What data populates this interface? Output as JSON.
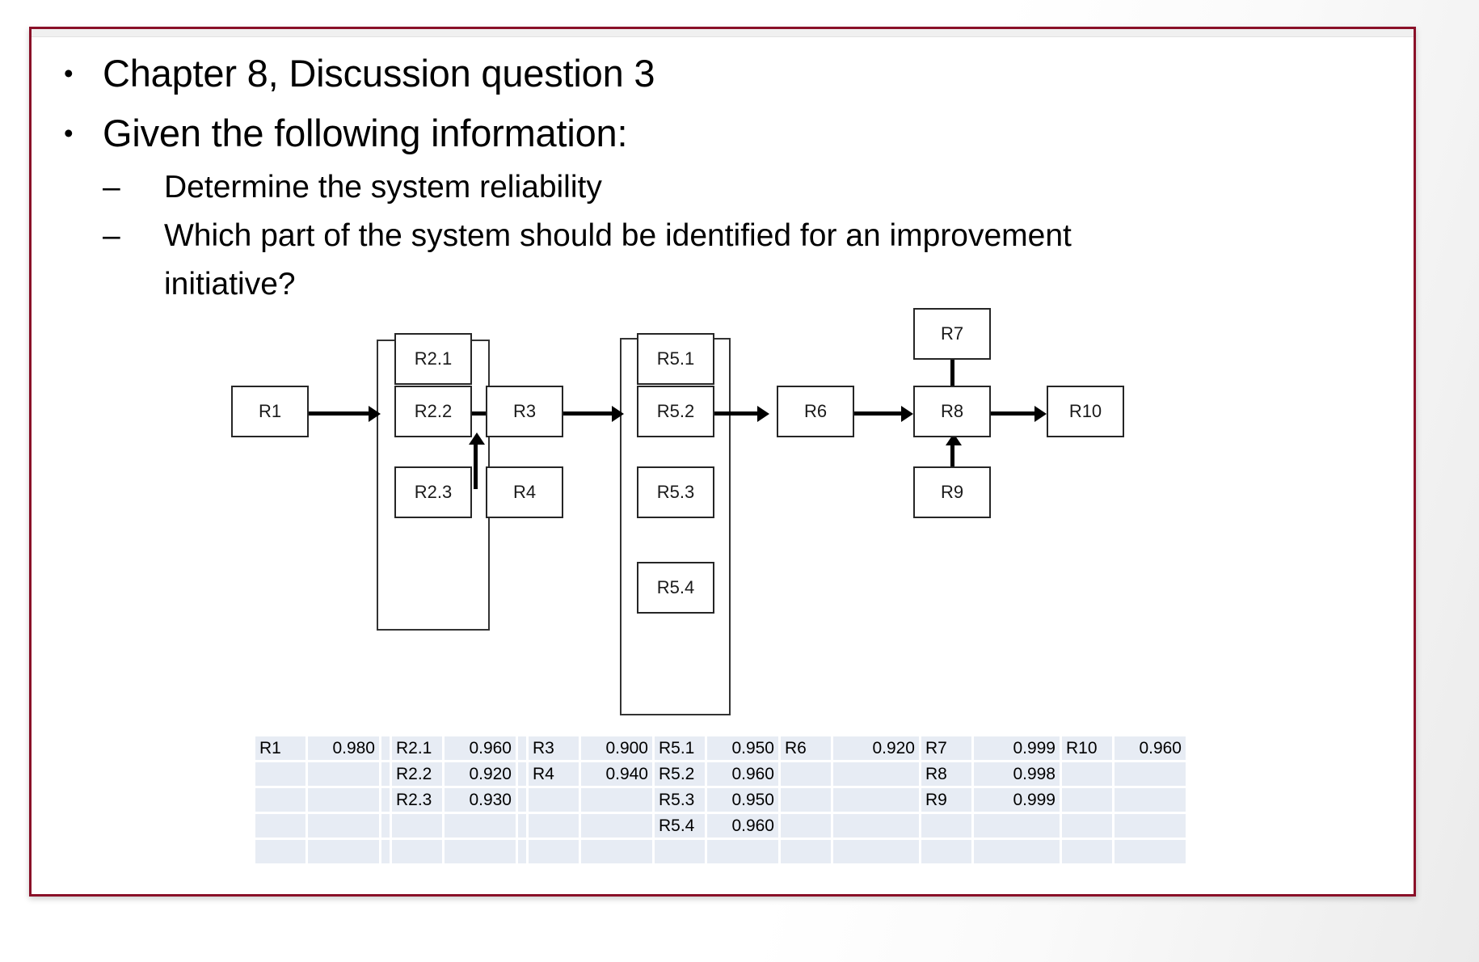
{
  "slide": {
    "border_color": "#8a1028",
    "background_color": "#ffffff"
  },
  "bullets": [
    {
      "level": 1,
      "marker": "•",
      "text": "Chapter 8, Discussion question 3"
    },
    {
      "level": 1,
      "marker": "•",
      "text": "Given the following information:"
    },
    {
      "level": 2,
      "marker": "–",
      "text": "Determine the system reliability"
    },
    {
      "level": 2,
      "marker": "–",
      "text": "Which part of the system should be identified for an improvement initiative?"
    }
  ],
  "diagram": {
    "nodes": [
      {
        "id": "R1",
        "label": "R1"
      },
      {
        "id": "R2.1",
        "label": "R2.1"
      },
      {
        "id": "R2.2",
        "label": "R2.2"
      },
      {
        "id": "R2.3",
        "label": "R2.3"
      },
      {
        "id": "R3",
        "label": "R3"
      },
      {
        "id": "R4",
        "label": "R4"
      },
      {
        "id": "R5.1",
        "label": "R5.1"
      },
      {
        "id": "R5.2",
        "label": "R5.2"
      },
      {
        "id": "R5.3",
        "label": "R5.3"
      },
      {
        "id": "R5.4",
        "label": "R5.4"
      },
      {
        "id": "R6",
        "label": "R6"
      },
      {
        "id": "R7",
        "label": "R7"
      },
      {
        "id": "R8",
        "label": "R8"
      },
      {
        "id": "R9",
        "label": "R9"
      },
      {
        "id": "R10",
        "label": "R10"
      }
    ],
    "groups": [
      {
        "id": "R2-group",
        "members": [
          "R2.1",
          "R2.2",
          "R2.3"
        ]
      },
      {
        "id": "R5-group",
        "members": [
          "R5.1",
          "R5.2",
          "R5.3",
          "R5.4"
        ]
      }
    ],
    "connections": [
      {
        "from": "R1",
        "to": "R2.2",
        "direction": "right"
      },
      {
        "from": "R2.2",
        "to": "R3",
        "direction": "right"
      },
      {
        "from": "R4",
        "to": "R3",
        "direction": "up"
      },
      {
        "from": "R3",
        "to": "R5.2",
        "direction": "right"
      },
      {
        "from": "R5.2",
        "to": "R6",
        "direction": "right"
      },
      {
        "from": "R6",
        "to": "R8",
        "direction": "right"
      },
      {
        "from": "R7",
        "to": "R8",
        "direction": "down"
      },
      {
        "from": "R9",
        "to": "R8",
        "direction": "up"
      },
      {
        "from": "R8",
        "to": "R10",
        "direction": "right"
      }
    ]
  },
  "reliability_table": {
    "rows": [
      [
        "R1",
        "0.980",
        "R2.1",
        "0.960",
        "R3",
        "0.900",
        "R5.1",
        "0.950",
        "R6",
        "0.920",
        "R7",
        "0.999",
        "R10",
        "0.960"
      ],
      [
        "",
        "",
        "R2.2",
        "0.920",
        "R4",
        "0.940",
        "R5.2",
        "0.960",
        "",
        "",
        "R8",
        "0.998",
        "",
        ""
      ],
      [
        "",
        "",
        "R2.3",
        "0.930",
        "",
        "",
        "R5.3",
        "0.950",
        "",
        "",
        "R9",
        "0.999",
        "",
        ""
      ],
      [
        "",
        "",
        "",
        "",
        "",
        "",
        "R5.4",
        "0.960",
        "",
        "",
        "",
        "",
        "",
        ""
      ],
      [
        "",
        "",
        "",
        "",
        "",
        "",
        "",
        "",
        "",
        "",
        "",
        "",
        "",
        ""
      ]
    ]
  }
}
